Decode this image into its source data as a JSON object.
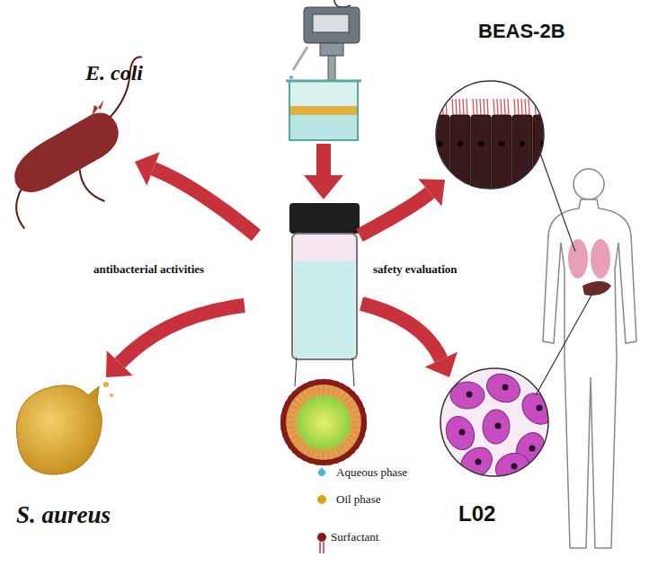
{
  "diagram": {
    "labels": [
      "E. coli",
      "BEAS-2B",
      "antibacterial activities",
      "safety evaluation",
      "S. aureus",
      "L02"
    ],
    "legend": [
      {
        "text": "Aqueous phase",
        "color": "#4fb3e0"
      },
      {
        "text": "Oil phase",
        "color": "#d9a520"
      },
      {
        "text": "Surfactant"
      }
    ]
  }
}
